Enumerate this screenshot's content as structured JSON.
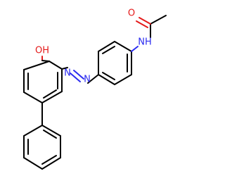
{
  "molecule": {
    "atoms": {
      "hydroxyl": {
        "label": "OH",
        "color": "#e41a1a"
      },
      "azo_n1": {
        "label": "N",
        "color": "#2b2bf0"
      },
      "azo_n2": {
        "label": "N",
        "color": "#2b2bf0"
      },
      "amide_n": {
        "label": "NH",
        "color": "#2b2bf0"
      },
      "carbonyl_o": {
        "label": "O",
        "color": "#e41a1a"
      }
    },
    "bond_color": "#000000"
  }
}
